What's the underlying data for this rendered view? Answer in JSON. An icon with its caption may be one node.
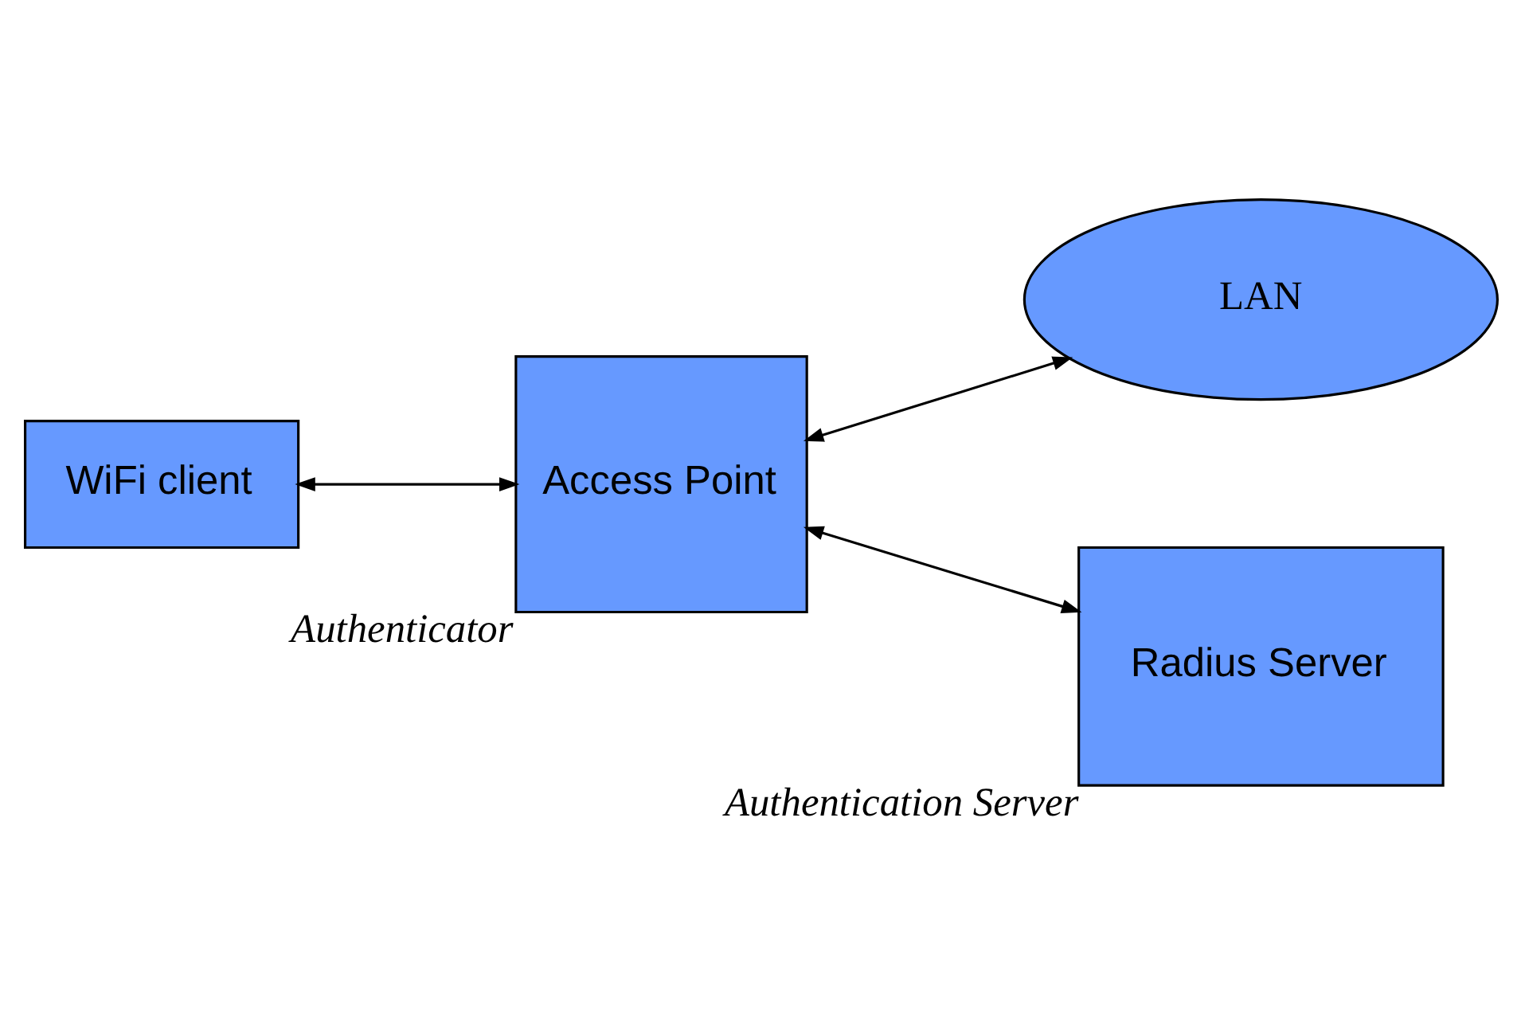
{
  "diagram": {
    "nodes": [
      {
        "text": [
          "LAN"
        ]
      },
      {
        "text": [
          "Access Point"
        ],
        "beside": [
          "Authenticator"
        ]
      },
      {
        "text": [
          "WiFi client"
        ]
      },
      {
        "text": [
          "Radius Server"
        ],
        "beside": [
          "Authentication Server"
        ]
      }
    ],
    "edges": [
      {
        "from": 1,
        "to": 0,
        "arrow": "both"
      },
      {
        "from": 2,
        "to": 1,
        "arrow": "both"
      },
      {
        "from": 1,
        "to": 3,
        "arrow": "both"
      }
    ]
  }
}
